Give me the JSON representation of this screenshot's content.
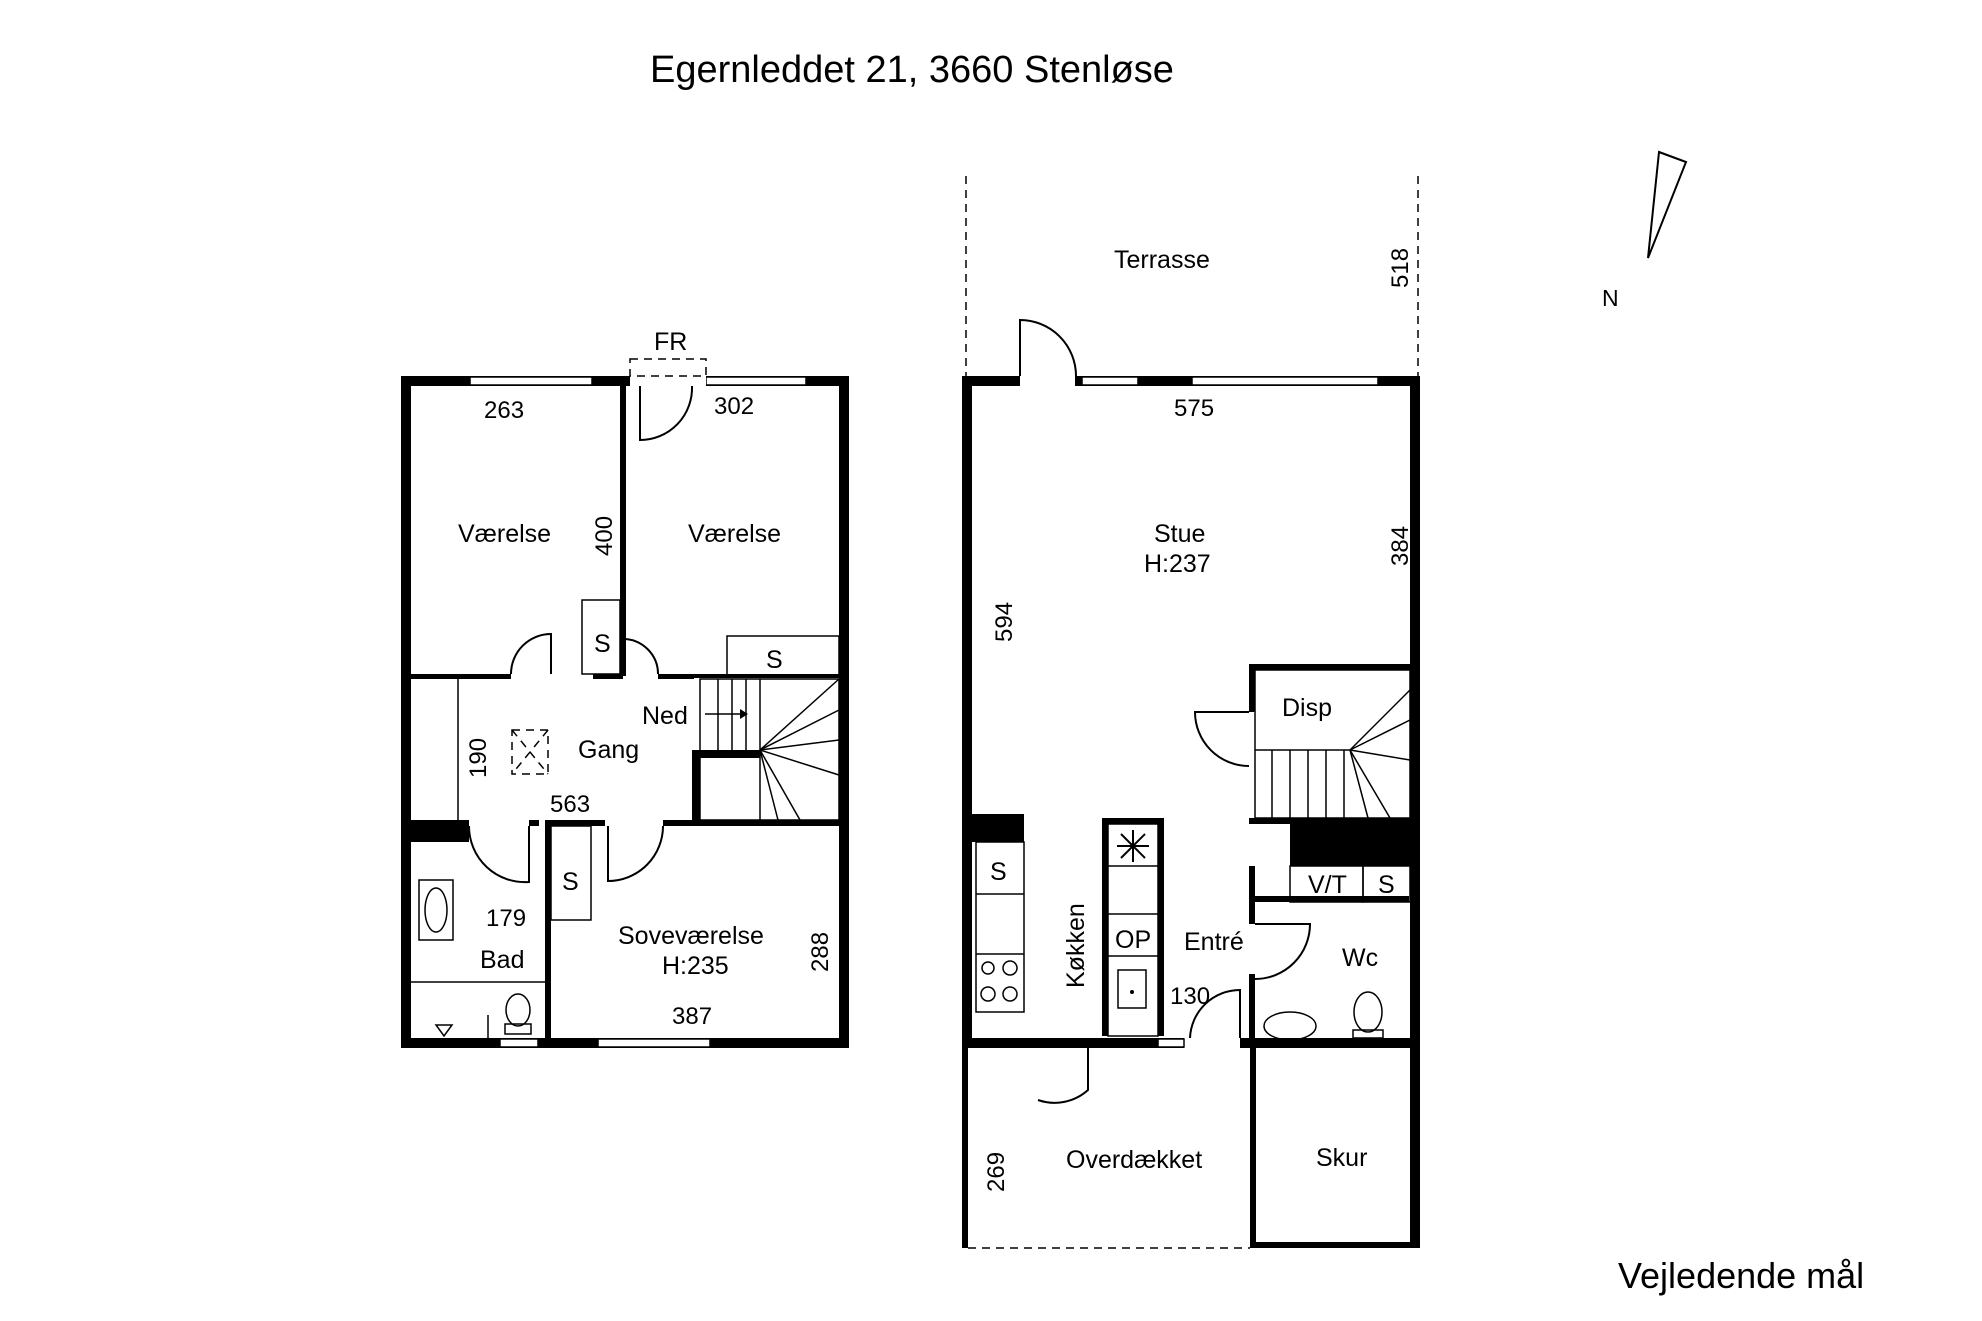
{
  "title": "Egernleddet 21, 3660 Stenløse",
  "footer_note": "Vejledende mål",
  "compass": {
    "label": "N"
  },
  "upper_floor": {
    "rooms": {
      "room_1": "Værelse",
      "room_2": "Værelse",
      "hall": "Gang",
      "stairs_label": "Ned",
      "bath": "Bad",
      "bedroom": "Soveværelse",
      "bedroom_height": "H:235",
      "roof_hatch": "FR",
      "closet_1": "S",
      "closet_2": "S",
      "closet_3": "S"
    },
    "dimensions": {
      "room_1_width": "263",
      "room_2_width": "302",
      "room_depth": "400",
      "hall_depth": "190",
      "hall_length": "563",
      "bath_length": "179",
      "bedroom_width": "387",
      "bedroom_depth": "288"
    }
  },
  "ground_floor": {
    "rooms": {
      "terrace": "Terrasse",
      "living": "Stue",
      "living_height": "H:237",
      "pantry": "Disp",
      "kitchen": "Køkken",
      "entry": "Entré",
      "wc": "Wc",
      "utility": "V/T",
      "closet_wc": "S",
      "closet_kitchen": "S",
      "oven": "OP",
      "covered": "Overdækket",
      "shed": "Skur"
    },
    "dimensions": {
      "terrace_depth": "518",
      "living_width": "575",
      "living_depth": "384",
      "house_depth": "594",
      "entry_width": "130",
      "covered_depth": "269"
    }
  }
}
